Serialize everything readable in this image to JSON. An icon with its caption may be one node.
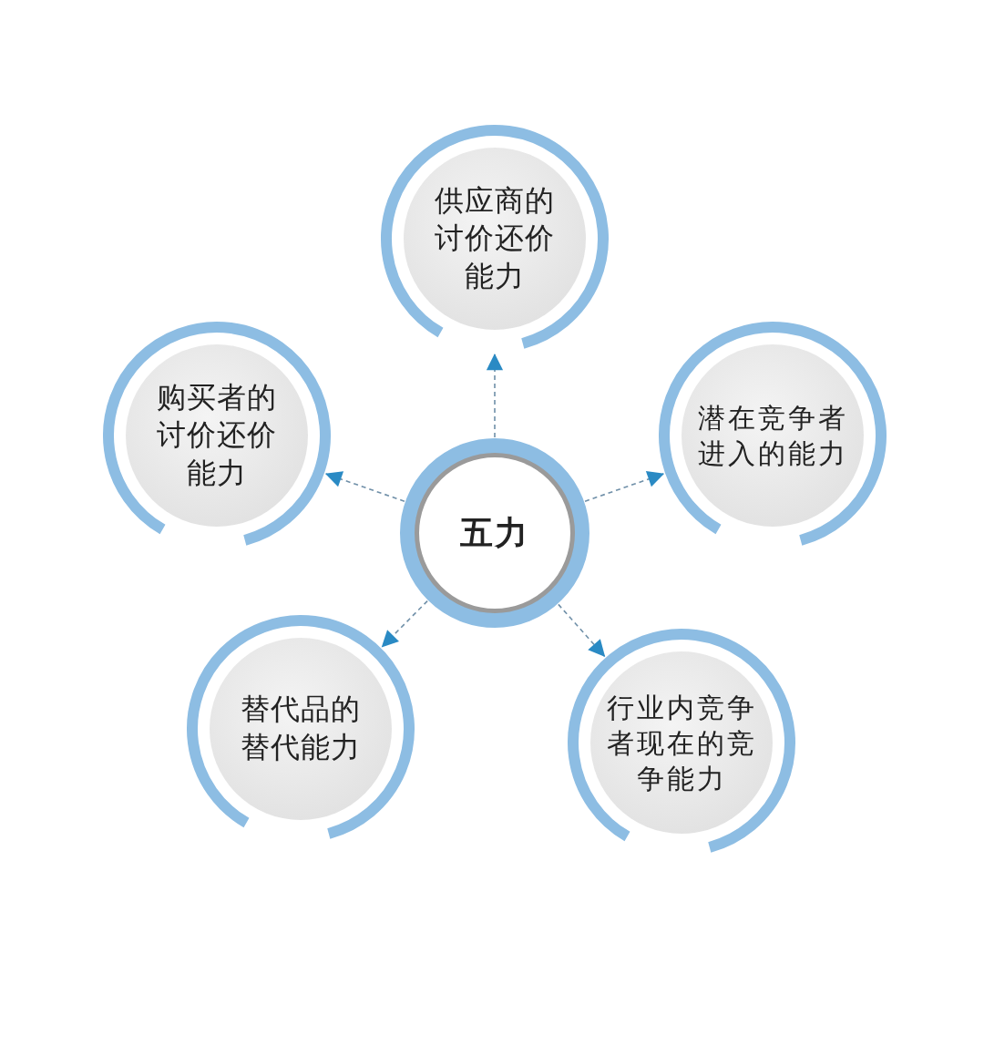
{
  "diagram": {
    "nodes": [
      {
        "text": [
          "五力"
        ]
      },
      {
        "text": [
          "供应商的讨价还价能力"
        ]
      },
      {
        "text": [
          "购买者的讨价还价能力"
        ]
      },
      {
        "text": [
          "潜在竞争者进入的能力"
        ]
      },
      {
        "text": [
          "替代品的替代能力"
        ]
      },
      {
        "text": [
          "行业内竞争者现在的竞争能力"
        ]
      }
    ],
    "edges": [
      {
        "from": 0,
        "to": 1,
        "arrow": "to",
        "style": "dashed"
      },
      {
        "from": 0,
        "to": 2,
        "arrow": "to",
        "style": "dashed"
      },
      {
        "from": 0,
        "to": 3,
        "arrow": "to",
        "style": "dashed"
      },
      {
        "from": 0,
        "to": 4,
        "arrow": "to",
        "style": "dashed"
      },
      {
        "from": 0,
        "to": 5,
        "arrow": "to",
        "style": "dashed"
      }
    ]
  }
}
